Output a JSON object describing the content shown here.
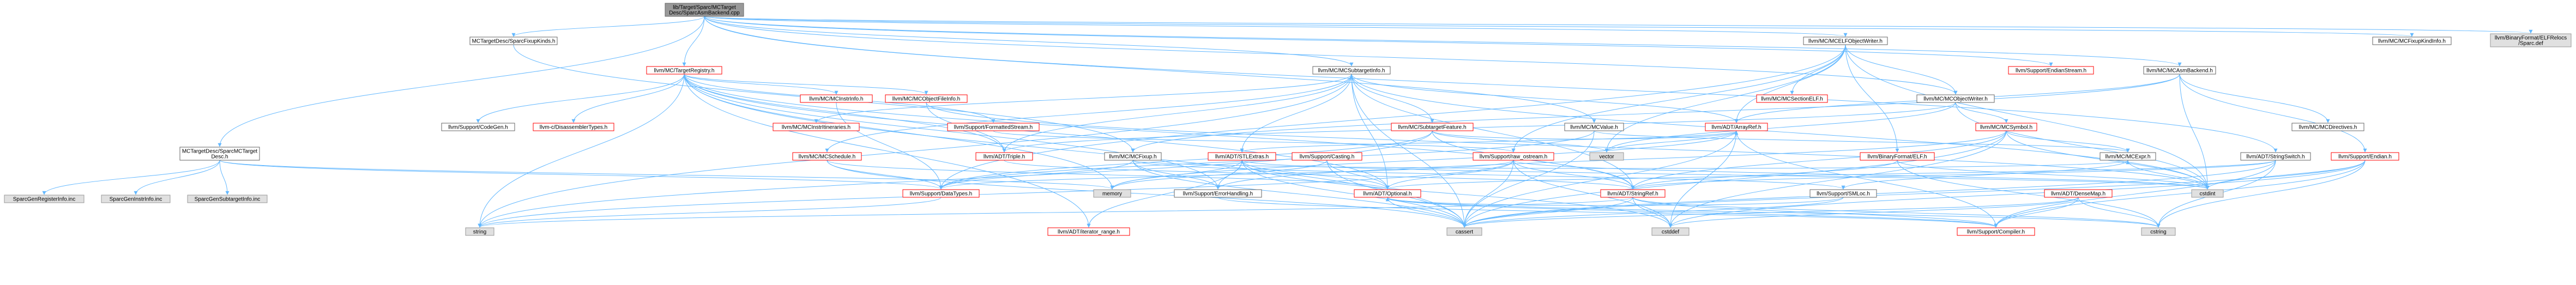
{
  "graph": {
    "colors": {
      "root_fill": "#999999",
      "root_border": "#666666",
      "normal_fill": "#ffffff",
      "normal_border": "#666666",
      "truncated_border": "#ff0000",
      "external_fill": "#e0e0e0",
      "external_border": "#999999",
      "edge": "#63b8ff"
    },
    "nodes": [
      {
        "id": "root",
        "label": [
          "lib/Target/Sparc/MCTarget",
          "Desc/SparcAsmBackend.cpp"
        ],
        "kind": "root"
      },
      {
        "id": "sparcmctargetdesc",
        "label": [
          "MCTargetDesc/SparcMCTarget",
          "Desc.h"
        ],
        "kind": "normal"
      },
      {
        "id": "sparcfixupkinds",
        "label": [
          "MCTargetDesc/SparcFixupKinds.h"
        ],
        "kind": "normal"
      },
      {
        "id": "mctargetregistry",
        "label": [
          "llvm/MC/TargetRegistry.h"
        ],
        "kind": "truncated"
      },
      {
        "id": "mcsubtargetinfo",
        "label": [
          "llvm/MC/MCSubtargetInfo.h"
        ],
        "kind": "normal"
      },
      {
        "id": "mcelfobjectwriter",
        "label": [
          "llvm/MC/MCELFObjectWriter.h"
        ],
        "kind": "normal"
      },
      {
        "id": "mcobjectwriter",
        "label": [
          "llvm/MC/MCObjectWriter.h"
        ],
        "kind": "normal"
      },
      {
        "id": "mcasmbackend",
        "label": [
          "llvm/MC/MCAsmBackend.h"
        ],
        "kind": "normal"
      },
      {
        "id": "mcfixupkindinfo",
        "label": [
          "llvm/MC/MCFixupKindInfo.h"
        ],
        "kind": "normal"
      },
      {
        "id": "elfrelocsdef",
        "label": [
          "llvm/BinaryFormat/ELFRelocs",
          "/Sparc.def"
        ],
        "kind": "external"
      },
      {
        "id": "endianstream",
        "label": [
          "llvm/Support/EndianStream.h"
        ],
        "kind": "truncated"
      },
      {
        "id": "mcvalue",
        "label": [
          "llvm/MC/MCValue.h"
        ],
        "kind": "normal"
      },
      {
        "id": "stringswitch",
        "label": [
          "llvm/ADT/StringSwitch.h"
        ],
        "kind": "normal"
      },
      {
        "id": "mcsectionelf",
        "label": [
          "llvm/MC/MCSectionELF.h"
        ],
        "kind": "truncated"
      },
      {
        "id": "mcsymbol",
        "label": [
          "llvm/MC/MCSymbol.h"
        ],
        "kind": "truncated"
      },
      {
        "id": "mcdirectives",
        "label": [
          "llvm/MC/MCDirectives.h"
        ],
        "kind": "normal"
      },
      {
        "id": "supportendian",
        "label": [
          "llvm/Support/Endian.h"
        ],
        "kind": "truncated"
      },
      {
        "id": "sparcgenregisterinfo",
        "label": [
          "SparcGenRegisterInfo.inc"
        ],
        "kind": "external"
      },
      {
        "id": "sparcgeninstrinfo",
        "label": [
          "SparcGenInstrInfo.inc"
        ],
        "kind": "external"
      },
      {
        "id": "sparcgensubtargetinfo",
        "label": [
          "SparcGenSubtargetInfo.inc"
        ],
        "kind": "external"
      },
      {
        "id": "supportcodegen",
        "label": [
          "llvm/Support/CodeGen.h"
        ],
        "kind": "normal"
      },
      {
        "id": "cdisassemblertypes",
        "label": [
          "llvm-c/DisassemblerTypes.h"
        ],
        "kind": "truncated"
      },
      {
        "id": "mcinstrinfo",
        "label": [
          "llvm/MC/MCInstrInfo.h"
        ],
        "kind": "truncated"
      },
      {
        "id": "mcobjectfileinfo",
        "label": [
          "llvm/MC/MCObjectFileInfo.h"
        ],
        "kind": "truncated"
      },
      {
        "id": "formattedstream",
        "label": [
          "llvm/Support/FormattedStream.h"
        ],
        "kind": "truncated"
      },
      {
        "id": "mcinstrdesc",
        "label": [
          "llvm/MC/MCInstrItineraries.h"
        ],
        "kind": "truncated"
      },
      {
        "id": "mcschedule",
        "label": [
          "llvm/MC/MCSchedule.h"
        ],
        "kind": "truncated"
      },
      {
        "id": "triple",
        "label": [
          "llvm/ADT/Triple.h"
        ],
        "kind": "truncated"
      },
      {
        "id": "subtargetfeature",
        "label": [
          "llvm/MC/SubtargetFeature.h"
        ],
        "kind": "truncated"
      },
      {
        "id": "mcfixup",
        "label": [
          "llvm/MC/MCFixup.h"
        ],
        "kind": "normal"
      },
      {
        "id": "stlextras",
        "label": [
          "llvm/ADT/STLExtras.h"
        ],
        "kind": "truncated"
      },
      {
        "id": "casting",
        "label": [
          "llvm/Support/Casting.h"
        ],
        "kind": "truncated"
      },
      {
        "id": "rawostream",
        "label": [
          "llvm/Support/raw_ostream.h"
        ],
        "kind": "truncated"
      },
      {
        "id": "arrayref",
        "label": [
          "llvm/ADT/ArrayRef.h"
        ],
        "kind": "truncated"
      },
      {
        "id": "binaryelf",
        "label": [
          "llvm/BinaryFormat/ELF.h"
        ],
        "kind": "truncated"
      },
      {
        "id": "mcexpr",
        "label": [
          "llvm/MC/MCExpr.h"
        ],
        "kind": "normal"
      },
      {
        "id": "vector",
        "label": [
          "vector"
        ],
        "kind": "external"
      },
      {
        "id": "datatypes",
        "label": [
          "llvm/Support/DataTypes.h"
        ],
        "kind": "truncated"
      },
      {
        "id": "errorhandling",
        "label": [
          "llvm/Support/ErrorHandling.h"
        ],
        "kind": "normal"
      },
      {
        "id": "memory",
        "label": [
          "memory"
        ],
        "kind": "external"
      },
      {
        "id": "optional",
        "label": [
          "llvm/ADT/Optional.h"
        ],
        "kind": "truncated"
      },
      {
        "id": "smloc",
        "label": [
          "llvm/Support/SMLoc.h"
        ],
        "kind": "normal"
      },
      {
        "id": "stringref",
        "label": [
          "llvm/ADT/StringRef.h"
        ],
        "kind": "truncated"
      },
      {
        "id": "densemap",
        "label": [
          "llvm/ADT/DenseMap.h"
        ],
        "kind": "truncated"
      },
      {
        "id": "cstdint",
        "label": [
          "cstdint"
        ],
        "kind": "external"
      },
      {
        "id": "string",
        "label": [
          "string"
        ],
        "kind": "external"
      },
      {
        "id": "iteratorrange",
        "label": [
          "llvm/ADT/iterator_range.h"
        ],
        "kind": "truncated"
      },
      {
        "id": "cassert",
        "label": [
          "cassert"
        ],
        "kind": "external"
      },
      {
        "id": "cstddef",
        "label": [
          "cstddef"
        ],
        "kind": "external"
      },
      {
        "id": "compiler",
        "label": [
          "llvm/Support/Compiler.h"
        ],
        "kind": "truncated"
      },
      {
        "id": "cstring",
        "label": [
          "cstring"
        ],
        "kind": "external"
      }
    ],
    "edges": [
      [
        "root",
        "sparcmctargetdesc"
      ],
      [
        "root",
        "sparcfixupkinds"
      ],
      [
        "root",
        "mctargetregistry"
      ],
      [
        "root",
        "mcsubtargetinfo"
      ],
      [
        "root",
        "mcelfobjectwriter"
      ],
      [
        "root",
        "mcobjectwriter"
      ],
      [
        "root",
        "mcasmbackend"
      ],
      [
        "root",
        "mcfixupkindinfo"
      ],
      [
        "root",
        "elfrelocsdef"
      ],
      [
        "root",
        "endianstream"
      ],
      [
        "root",
        "mcvalue"
      ],
      [
        "root",
        "stringswitch"
      ],
      [
        "sparcmctargetdesc",
        "sparcgenregisterinfo"
      ],
      [
        "sparcmctargetdesc",
        "sparcgeninstrinfo"
      ],
      [
        "sparcmctargetdesc",
        "sparcgensubtargetinfo"
      ],
      [
        "sparcmctargetdesc",
        "datatypes"
      ],
      [
        "sparcmctargetdesc",
        "memory"
      ],
      [
        "sparcfixupkinds",
        "mcfixup"
      ],
      [
        "mctargetregistry",
        "supportcodegen"
      ],
      [
        "mctargetregistry",
        "cdisassemblertypes"
      ],
      [
        "mctargetregistry",
        "mcinstrinfo"
      ],
      [
        "mctargetregistry",
        "mcobjectfileinfo"
      ],
      [
        "mctargetregistry",
        "formattedstream"
      ],
      [
        "mctargetregistry",
        "triple"
      ],
      [
        "mctargetregistry",
        "errorhandling"
      ],
      [
        "mctargetregistry",
        "optional"
      ],
      [
        "mctargetregistry",
        "stringref"
      ],
      [
        "mctargetregistry",
        "cassert"
      ],
      [
        "mctargetregistry",
        "string"
      ],
      [
        "mctargetregistry",
        "memory"
      ],
      [
        "mctargetregistry",
        "iteratorrange"
      ],
      [
        "mcsubtargetinfo",
        "mcinstrdesc"
      ],
      [
        "mcsubtargetinfo",
        "mcschedule"
      ],
      [
        "mcsubtargetinfo",
        "subtargetfeature"
      ],
      [
        "mcsubtargetinfo",
        "triple"
      ],
      [
        "mcsubtargetinfo",
        "stlextras"
      ],
      [
        "mcsubtargetinfo",
        "arrayref"
      ],
      [
        "mcsubtargetinfo",
        "optional"
      ],
      [
        "mcsubtargetinfo",
        "stringref"
      ],
      [
        "mcsubtargetinfo",
        "cassert"
      ],
      [
        "mcsubtargetinfo",
        "cstdint"
      ],
      [
        "mcsubtargetinfo",
        "string"
      ],
      [
        "mcelfobjectwriter",
        "mcsectionelf"
      ],
      [
        "mcelfobjectwriter",
        "mcobjectwriter"
      ],
      [
        "mcelfobjectwriter",
        "binaryelf"
      ],
      [
        "mcelfobjectwriter",
        "arrayref"
      ],
      [
        "mcelfobjectwriter",
        "rawostream"
      ],
      [
        "mcelfobjectwriter",
        "datatypes"
      ],
      [
        "mcelfobjectwriter",
        "cstdint"
      ],
      [
        "mcelfobjectwriter",
        "vector"
      ],
      [
        "mcobjectwriter",
        "mcsymbol"
      ],
      [
        "mcobjectwriter",
        "triple"
      ],
      [
        "mcobjectwriter",
        "cstdint"
      ],
      [
        "mcobjectwriter",
        "vector"
      ],
      [
        "mcasmbackend",
        "mcdirectives"
      ],
      [
        "mcasmbackend",
        "mcfixup"
      ],
      [
        "mcasmbackend",
        "arrayref"
      ],
      [
        "mcasmbackend",
        "supportendian"
      ],
      [
        "mcasmbackend",
        "cstdint"
      ],
      [
        "mcvalue",
        "mcexpr"
      ],
      [
        "mcvalue",
        "datatypes"
      ],
      [
        "mcvalue",
        "cassert"
      ],
      [
        "stringswitch",
        "stringref"
      ],
      [
        "stringswitch",
        "compiler"
      ],
      [
        "stringswitch",
        "cassert"
      ],
      [
        "stringswitch",
        "cstring"
      ],
      [
        "stringswitch",
        "optional"
      ],
      [
        "mcsymbol",
        "mcexpr"
      ],
      [
        "mcsymbol",
        "stringref"
      ],
      [
        "mcsymbol",
        "errorhandling"
      ],
      [
        "mcsymbol",
        "cassert"
      ],
      [
        "mcsymbol",
        "cstddef"
      ],
      [
        "mcsymbol",
        "cstdint"
      ],
      [
        "mcfixup",
        "mcexpr"
      ],
      [
        "mcfixup",
        "datatypes"
      ],
      [
        "mcfixup",
        "errorhandling"
      ],
      [
        "mcfixup",
        "smloc"
      ],
      [
        "mcfixup",
        "cassert"
      ],
      [
        "mcexpr",
        "smloc"
      ],
      [
        "mcexpr",
        "cstdint"
      ],
      [
        "supportendian",
        "compiler"
      ],
      [
        "supportendian",
        "cassert"
      ],
      [
        "supportendian",
        "cstddef"
      ],
      [
        "supportendian",
        "cstdint"
      ],
      [
        "supportendian",
        "cstring"
      ],
      [
        "casting",
        "optional"
      ],
      [
        "casting",
        "cassert"
      ],
      [
        "casting",
        "memory"
      ],
      [
        "rawostream",
        "datatypes"
      ],
      [
        "rawostream",
        "optional"
      ],
      [
        "rawostream",
        "stringref"
      ],
      [
        "rawostream",
        "cassert"
      ],
      [
        "rawostream",
        "cstddef"
      ],
      [
        "rawostream",
        "cstdint"
      ],
      [
        "rawostream",
        "string"
      ],
      [
        "arrayref",
        "stlextras"
      ],
      [
        "arrayref",
        "compiler"
      ],
      [
        "arrayref",
        "cassert"
      ],
      [
        "arrayref",
        "cstddef"
      ],
      [
        "arrayref",
        "memory"
      ],
      [
        "arrayref",
        "vector"
      ],
      [
        "stlextras",
        "optional"
      ],
      [
        "stlextras",
        "iteratorrange"
      ],
      [
        "stlextras",
        "cassert"
      ],
      [
        "stlextras",
        "errorhandling"
      ],
      [
        "stlextras",
        "cstddef"
      ],
      [
        "stlextras",
        "cstdint"
      ],
      [
        "stlextras",
        "memory"
      ],
      [
        "binaryelf",
        "stringref"
      ],
      [
        "binaryelf",
        "cstdint"
      ],
      [
        "binaryelf",
        "cstring"
      ],
      [
        "stringref",
        "compiler"
      ],
      [
        "stringref",
        "cassert"
      ],
      [
        "stringref",
        "cstddef"
      ],
      [
        "stringref",
        "cstring"
      ],
      [
        "stringref",
        "string"
      ],
      [
        "optional",
        "compiler"
      ],
      [
        "optional",
        "cassert"
      ],
      [
        "optional",
        "cstring"
      ],
      [
        "errorhandling",
        "compiler"
      ],
      [
        "smloc",
        "cassert"
      ],
      [
        "smloc",
        "optional"
      ],
      [
        "densemap",
        "compiler"
      ],
      [
        "densemap",
        "cassert"
      ],
      [
        "densemap",
        "cstddef"
      ],
      [
        "densemap",
        "cstring"
      ],
      [
        "mcschedule",
        "datatypes"
      ],
      [
        "mcschedule",
        "optional"
      ],
      [
        "mcschedule",
        "cassert"
      ],
      [
        "mcinstrinfo",
        "datatypes"
      ],
      [
        "mcobjectfileinfo",
        "triple"
      ],
      [
        "mcobjectfileinfo",
        "cstdint"
      ],
      [
        "formattedstream",
        "rawostream"
      ],
      [
        "triple",
        "stringref"
      ],
      [
        "subtargetfeature",
        "arrayref"
      ],
      [
        "subtargetfeature",
        "stringref"
      ],
      [
        "subtargetfeature",
        "datatypes"
      ],
      [
        "subtargetfeature",
        "string"
      ],
      [
        "subtargetfeature",
        "vector"
      ],
      [
        "datatypes",
        "string"
      ]
    ]
  }
}
